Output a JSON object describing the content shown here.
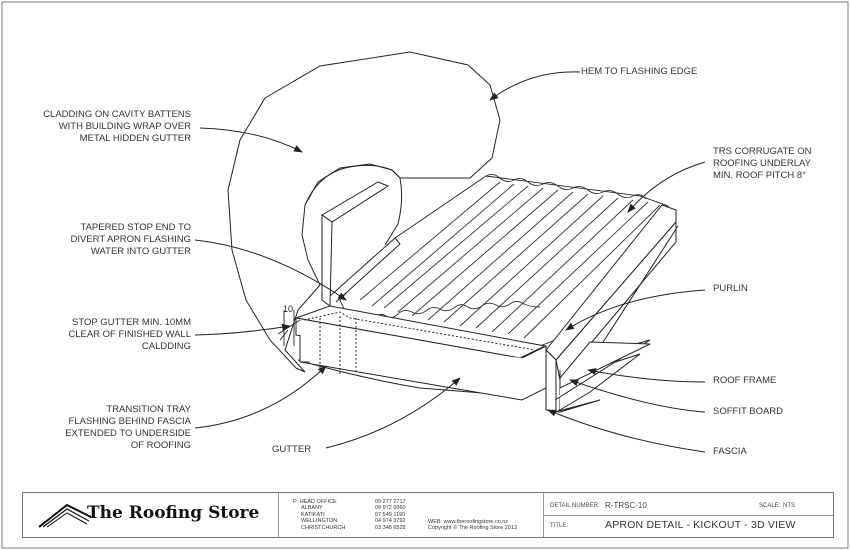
{
  "labels": {
    "hem": "HEM TO FLASHING EDGE",
    "cladding": [
      "CLADDING ON CAVITY BATTENS",
      "WITH BUILDING WRAP OVER",
      "METAL HIDDEN GUTTER"
    ],
    "trs": [
      "TRS CORRUGATE ON",
      "ROOFING UNDERLAY",
      "MIN. ROOF PITCH 8°"
    ],
    "tapered": [
      "TAPERED STOP END TO",
      "DIVERT APRON FLASHING",
      "WATER INTO GUTTER"
    ],
    "stop_gutter": [
      "STOP GUTTER MIN. 10MM",
      "CLEAR OF FINISHED WALL",
      "CALDDING"
    ],
    "transition": [
      "TRANSITION TRAY",
      "FLASHING BEHIND FASCIA",
      "EXTENDED TO UNDERSIDE",
      "OF ROOFING"
    ],
    "gutter": "GUTTER",
    "purlin": "PURLIN",
    "roof_frame": "ROOF FRAME",
    "soffit": "SOFFIT BOARD",
    "fascia": "FASCIA",
    "dimension": "10"
  },
  "title_block": {
    "brand": "The Roofing Store",
    "offices": [
      {
        "prefix": "P:",
        "name": "HEAD OFFICE",
        "phone": "09 277 2717"
      },
      {
        "prefix": "",
        "name": "ALBANY",
        "phone": "09 972 0060"
      },
      {
        "prefix": "",
        "name": "KATIKATI",
        "phone": "07 549 1190"
      },
      {
        "prefix": "",
        "name": "WELLINGTON",
        "phone": "04 974 3792"
      },
      {
        "prefix": "",
        "name": "CHRISTCHURCH",
        "phone": "03 348 6528"
      }
    ],
    "web": "WEB: www.theroofingstore.co.nz",
    "copyright": "Copyright © The Roofing Store 2013",
    "detail_number_label": "DETAIL NUMBER:",
    "detail_number": "R-TRSC-10",
    "scale_label": "SCALE:",
    "scale": "NTS",
    "title_label": "TITLE:",
    "title": "APRON DETAIL - KICKOUT - 3D VIEW"
  }
}
